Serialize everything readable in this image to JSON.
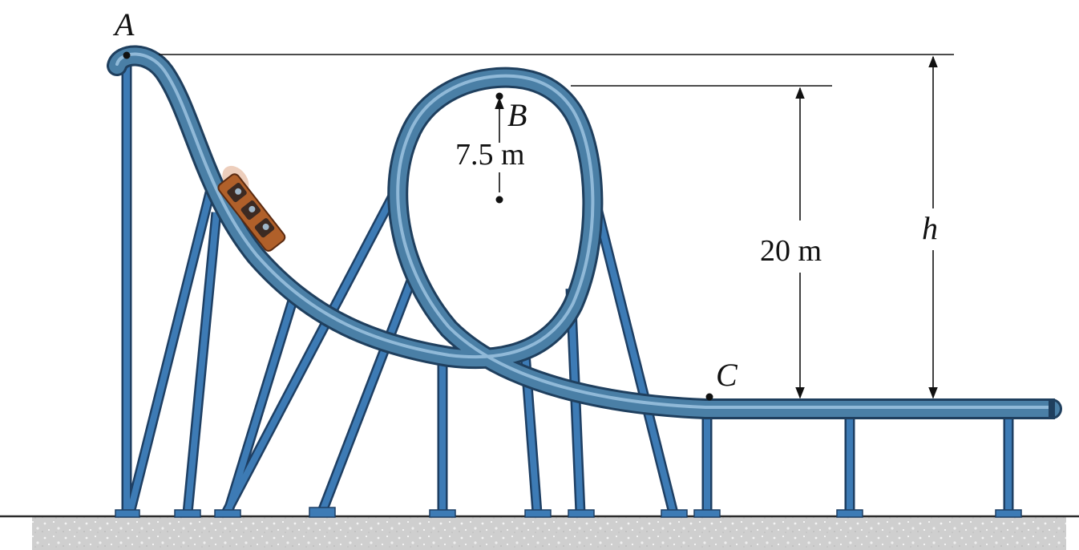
{
  "diagram": {
    "points": {
      "a": "A",
      "b": "B",
      "c": "C"
    },
    "dimensions": {
      "loop_radius": "7.5 m",
      "loop_height": "20 m",
      "height_h": "h"
    },
    "colors": {
      "track": "#4a7fa6",
      "track_dark": "#1f3f5e",
      "track_highlight": "#9cc3e0",
      "support": "#3d7bb5",
      "support_dark": "#1e3f63",
      "car": "#b0602a",
      "car_dark": "#5a2a10",
      "ground": "#cfcfcf",
      "ground_line": "#2b2b2b",
      "dim_line": "#111111"
    }
  }
}
